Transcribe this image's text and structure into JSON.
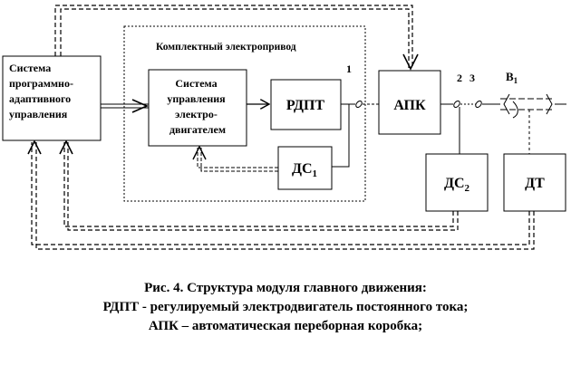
{
  "blocks": {
    "program_system": [
      "Система",
      "программно-",
      "адаптивного",
      "управления"
    ],
    "drive_group_title": "Комплектный электропривод",
    "motor_control": [
      "Система",
      "управления",
      "электро-",
      "двигателем"
    ],
    "rdpt": "РДПТ",
    "apk": "АПК",
    "ds1": {
      "base": "ДС",
      "sub": "1"
    },
    "ds2": {
      "base": "ДС",
      "sub": "2"
    },
    "dt": "ДТ"
  },
  "points": {
    "p1": "1",
    "p2": "2",
    "p3": "3"
  },
  "shaft": {
    "base": "B",
    "sub": "1"
  },
  "caption": {
    "line1": "Рис. 4. Структура модуля главного движения:",
    "line2": "РДПТ  - регулируемый электродвигатель постоянного тока;",
    "line3": "АПК – автоматическая переборная коробка;"
  }
}
